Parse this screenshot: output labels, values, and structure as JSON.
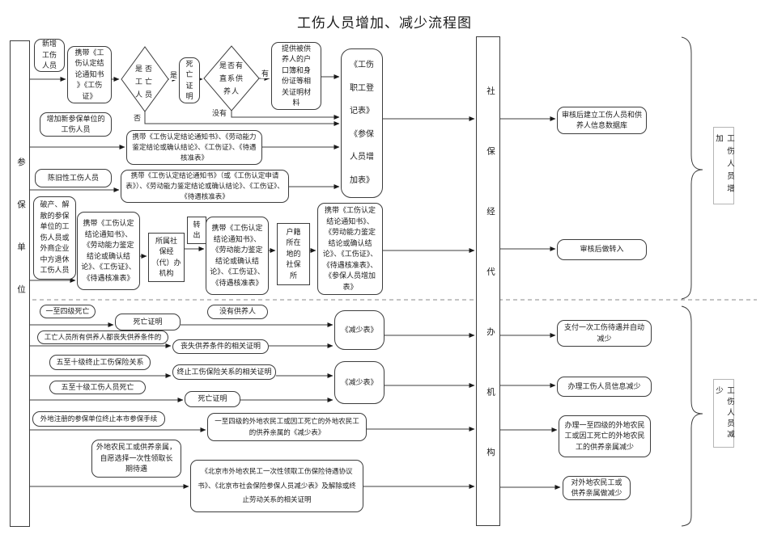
{
  "title": "工伤人员增加、减少流程图",
  "lanes": {
    "insured_unit": "参保单位",
    "agency": "社保经代办机构"
  },
  "braces": {
    "increase": "工伤人员增加",
    "decrease": "工伤人员减少"
  },
  "decisions": {
    "is_work_death": "是否\n工亡\n人员",
    "has_dependents": "是否有\n直系供\n养人"
  },
  "edge_labels": {
    "yes": "是",
    "no": "否",
    "has": "有",
    "none": "没有"
  },
  "increase": {
    "new_injured": "新增\n工伤\n人员",
    "new_injured_docs": "携带《工\n伤认定结\n论通知书\n》《工伤\n证》",
    "death_cert": "死\n亡\n证\n明",
    "dependent_docs": "提供被供\n养人的户\n口簿和身\n份证等相\n关证明材\n料",
    "register_forms": "《工伤\n职工登\n记表》\n《参保\n人员增\n加表》",
    "new_unit": "增加新参保单位的\n工伤人员",
    "new_unit_docs": "携带《工伤认定结论通知书》、《劳动能力\n鉴定结论或确认结论》、《工伤证》、《待遇\n核准表》",
    "old_injury": "陈旧性工伤人员",
    "old_injury_docs": "携带《工伤认定结论通知书》（或《工伤认定申请\n表》）、《劳动能力鉴定结论或确认结论》、《工伤证》、\n《待遇核准表》",
    "bankrupt": "破产、解\n散的参保\n单位的工\n伤人员或\n外商企业\n中方退休\n工伤人员",
    "bankrupt_docs": "携带《工伤认定\n结论通知书》、\n《劳动能力鉴定\n结论或确认结\n论》、《工伤证》、\n《待遇核准表》",
    "origin_agency": "所属社\n保经\n（代）办\n机构",
    "transfer_out": "转\n出",
    "transfer_docs": "携带《工伤认定\n结论通知书》、\n《劳动能力鉴定\n结论或确认结\n论》、《工伤证》、\n《待遇核准表》",
    "residence_office": "户籍\n所在\n地的\n社保\n所",
    "residence_docs": "携带《工伤认定\n结论通知书》、\n《劳动能力鉴定\n结论或确认结\n论》、《工伤证》、\n《待遇核准表》、\n《参保人员增加\n表》",
    "result_database": "审核后建立工伤人员和供\n养人信息数据库",
    "result_transfer_in": "审核后做转入"
  },
  "decrease": {
    "grade14_death": "一至四级死亡",
    "death_cert1": "死亡证明",
    "no_dependents": "没有供养人",
    "reduce_form1": "《减少表》",
    "dependents_lost": "工亡人员所有供养人都丧失供养条件的",
    "lost_proof": "丧失供养条件的相关证明",
    "grade510_terminate": "五至十级终止工伤保险关系",
    "terminate_proof": "终止工伤保险关系的相关证明",
    "reduce_form2": "《减少表》",
    "grade510_death": "五至十级工伤人员死亡",
    "death_cert2": "死亡证明",
    "nonlocal_unit": "外地注册的参保单位终止本市参保手续",
    "nonlocal_reduce_form": "一至四级的外地农民工或因工死亡的外地农民工\n的供养亲属的《减少表》",
    "migrant_choice": "外地农民工或供养亲属，\n自愿选择一次性领取长\n期待遇",
    "migrant_docs": "《北京市外地农民工一次性领取工伤保险待遇协议\n书》、《北京市社会保险参保人员减少表》及解除或终\n止劳动关系的相关证明",
    "result_pay_once": "支付一次工伤待遇并自动\n减少",
    "result_info_reduce": "办理工伤人员信息减少",
    "result_migrant_reduce": "办理一至四级的外地农民\n工或因工死亡的外地农民\n工的供养亲属减少",
    "result_migrant_family": "对外地农民工或\n供养亲属做减少"
  }
}
